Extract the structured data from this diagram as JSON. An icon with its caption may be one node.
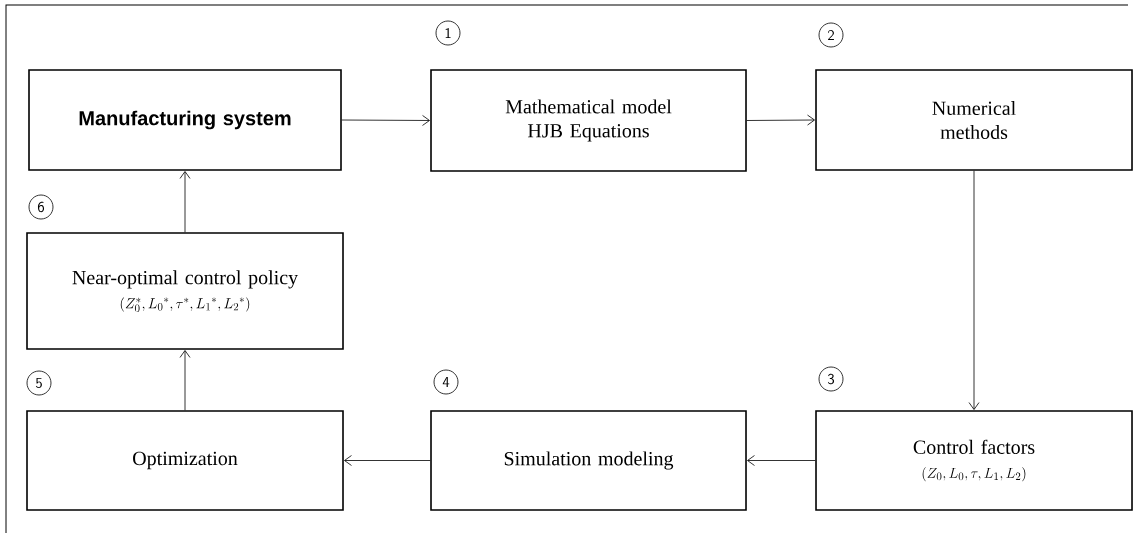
{
  "diagram": {
    "nodes": [
      {
        "text": [
          "Manufacturing system"
        ]
      },
      {
        "text": [
          "Mathematical model",
          "HJB Equations"
        ],
        "beside": [
          "1"
        ]
      },
      {
        "text": [
          "Numerical methods"
        ],
        "beside": [
          "2"
        ]
      },
      {
        "text": [
          "Near-optimal control policy",
          "(Z_0^*, {L_0}^*, \\tau^*, {L_1}^*, {L_2}^*)"
        ],
        "beside": [
          "6"
        ]
      },
      {
        "text": [
          "Optimization"
        ],
        "beside": [
          "5"
        ]
      },
      {
        "text": [
          "Simulation modeling"
        ],
        "beside": [
          "4"
        ]
      },
      {
        "text": [
          "Control factors",
          "(Z_0, L_0, \\tau, L_1, L_2)"
        ],
        "beside": [
          "3"
        ]
      }
    ],
    "edges": [
      {
        "from": 0,
        "to": 1,
        "arrow": "to"
      },
      {
        "from": 1,
        "to": 2,
        "arrow": "to"
      },
      {
        "from": 2,
        "to": 6,
        "arrow": "to"
      },
      {
        "from": 6,
        "to": 5,
        "arrow": "to"
      },
      {
        "from": 5,
        "to": 4,
        "arrow": "to"
      },
      {
        "from": 4,
        "to": 3,
        "arrow": "to"
      },
      {
        "from": 3,
        "to": 0,
        "arrow": "to"
      }
    ]
  }
}
